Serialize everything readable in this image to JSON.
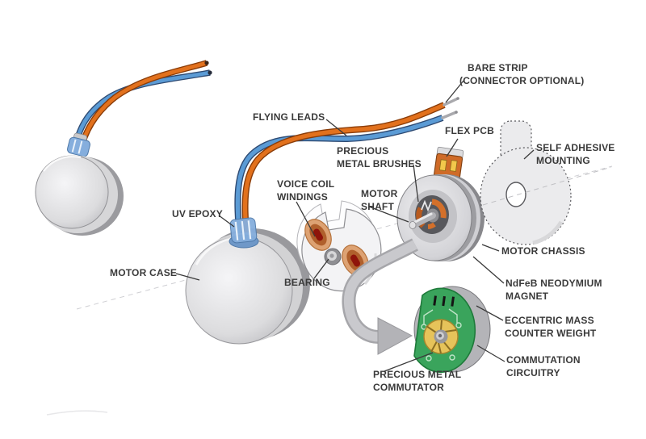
{
  "diagram": {
    "subject": "coin vibration motor exploded view",
    "labels": {
      "bare_strip": "BARE STRIP\n(CONNECTOR OPTIONAL)",
      "flying_leads": "FLYING LEADS",
      "flex_pcb": "FLEX PCB",
      "precious_metal_brushes": "PRECIOUS\nMETAL BRUSHES",
      "self_adhesive_mounting": "SELF ADHESIVE\nMOUNTING",
      "voice_coil_windings": "VOICE COIL\nWINDINGS",
      "motor_shaft": "MOTOR\nSHAFT",
      "uv_epoxy": "UV EPOXY",
      "motor_case": "MOTOR CASE",
      "bearing": "BEARING",
      "motor_chassis": "MOTOR CHASSIS",
      "ndfeb_magnet": "NdFeB NEODYMIUM\nMAGNET",
      "eccentric_mass": "ECCENTRIC MASS\nCOUNTER WEIGHT",
      "commutation_circuitry": "COMMUTATION\nCIRCUITRY",
      "precious_metal_commutator": "PRECIOUS METAL\nCOMMUTATOR"
    },
    "colors": {
      "wire_orange": "#e2711d",
      "wire_orange_dark": "#8a3c08",
      "wire_blue": "#5b9bd5",
      "wire_blue_dark": "#2e4a72",
      "copper_light": "#dda273",
      "copper_core": "#8f140a",
      "pcb_green": "#3aa45c",
      "pcb_green_dark": "#1e7a3a",
      "gold": "#e6c35a",
      "flex_orange": "#cf6b28",
      "epoxy_blue": "#85aedd",
      "metal_light": "#ececee",
      "metal_mid": "#c2c2c6",
      "metal_dark": "#8e8e92",
      "label_text": "#3a3a3a"
    }
  }
}
